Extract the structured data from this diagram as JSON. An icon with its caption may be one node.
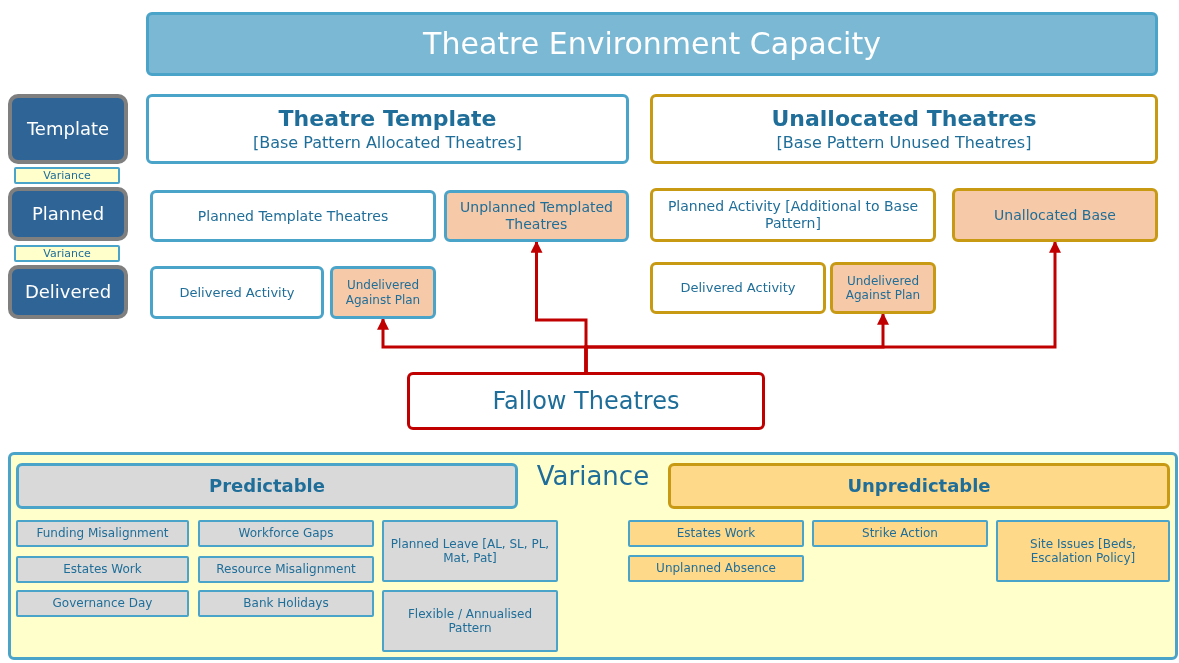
{
  "diagram": {
    "nodes": [
      {
        "text": [
          "Theatre Environment Capacity"
        ]
      },
      {
        "text": [
          "Template"
        ]
      },
      {
        "text": [
          "Variance"
        ]
      },
      {
        "text": [
          "Planned"
        ]
      },
      {
        "text": [
          "Variance"
        ]
      },
      {
        "text": [
          "Delivered"
        ]
      },
      {
        "text": [
          "Theatre  Template",
          "[Base Pattern Allocated Theatres]"
        ]
      },
      {
        "text": [
          "Unallocated Theatres",
          "[Base Pattern Unused Theatres]"
        ]
      },
      {
        "text": [
          "Planned Template Theatres"
        ]
      },
      {
        "text": [
          "Unplanned Templated Theatres"
        ]
      },
      {
        "text": [
          "Planned Activity [Additional to Base Pattern]"
        ]
      },
      {
        "text": [
          "Unallocated Base"
        ]
      },
      {
        "text": [
          "Delivered Activity"
        ]
      },
      {
        "text": [
          "Undelivered Against Plan"
        ]
      },
      {
        "text": [
          "Delivered Activity"
        ]
      },
      {
        "text": [
          "Undelivered Against Plan"
        ]
      },
      {
        "text": [
          "Fallow Theatres"
        ]
      },
      {
        "text": [
          "Variance"
        ]
      },
      {
        "text": [
          "Predictable"
        ],
        "in": 17
      },
      {
        "text": [
          "Unpredictable"
        ],
        "in": 17
      },
      {
        "text": [
          "Funding Misalignment"
        ],
        "in": 17
      },
      {
        "text": [
          "Workforce Gaps"
        ],
        "in": 17
      },
      {
        "text": [
          "Planned Leave [AL, SL, PL, Mat, Pat]"
        ],
        "in": 17
      },
      {
        "text": [
          "Estates Work"
        ],
        "in": 17
      },
      {
        "text": [
          "Resource Misalignment"
        ],
        "in": 17
      },
      {
        "text": [
          "Governance Day"
        ],
        "in": 17
      },
      {
        "text": [
          "Bank Holidays"
        ],
        "in": 17
      },
      {
        "text": [
          "Flexible / Annualised Pattern"
        ],
        "in": 17
      },
      {
        "text": [
          "Estates Work"
        ],
        "in": 17
      },
      {
        "text": [
          "Strike Action"
        ],
        "in": 17
      },
      {
        "text": [
          "Site Issues [Beds, Escalation Policy]"
        ],
        "in": 17
      },
      {
        "text": [
          "Unplanned Absence"
        ],
        "in": 17
      }
    ],
    "edges": [
      {
        "from": 16,
        "to": 13,
        "arrow": "to"
      },
      {
        "from": 16,
        "to": 9,
        "arrow": "to"
      },
      {
        "from": 16,
        "to": 15,
        "arrow": "to"
      },
      {
        "from": 16,
        "to": 11,
        "arrow": "to"
      }
    ]
  }
}
